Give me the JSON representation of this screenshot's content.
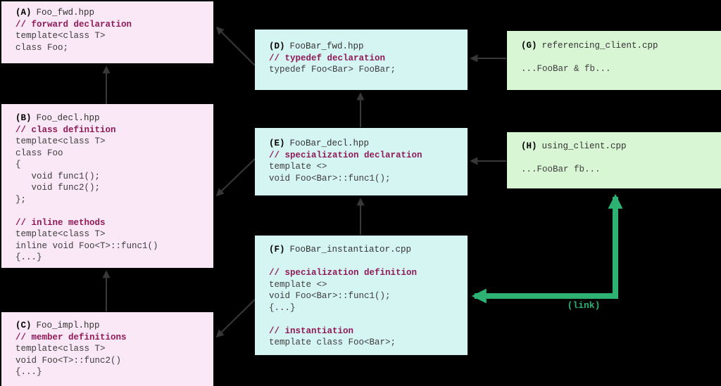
{
  "colors": {
    "background": "#000000",
    "header_box": "#fbe8f6",
    "foobar_box": "#d5f5f3",
    "client_box": "#d9f6d4",
    "comment_text": "#8e1a57",
    "code_text": "#3d3d3d",
    "include_arrow": "#383838",
    "link_arrow": "#2db273"
  },
  "boxes": {
    "a": {
      "label": "(A)",
      "file": "Foo_fwd.hpp",
      "lines": [
        {
          "kind": "comment",
          "text": "// forward declaration"
        },
        {
          "kind": "code",
          "text": "template<class T>"
        },
        {
          "kind": "code",
          "text": "class Foo;"
        }
      ]
    },
    "b": {
      "label": "(B)",
      "file": "Foo_decl.hpp",
      "lines": [
        {
          "kind": "comment",
          "text": "// class definition"
        },
        {
          "kind": "code",
          "text": "template<class T>"
        },
        {
          "kind": "code",
          "text": "class Foo"
        },
        {
          "kind": "code",
          "text": "{"
        },
        {
          "kind": "code",
          "text": "   void func1();"
        },
        {
          "kind": "code",
          "text": "   void func2();"
        },
        {
          "kind": "code",
          "text": "};"
        },
        {
          "kind": "blank",
          "text": ""
        },
        {
          "kind": "comment",
          "text": "// inline methods"
        },
        {
          "kind": "code",
          "text": "template<class T>"
        },
        {
          "kind": "code",
          "text": "inline void Foo<T>::func1()"
        },
        {
          "kind": "code",
          "text": "{...}"
        }
      ]
    },
    "c": {
      "label": "(C)",
      "file": "Foo_impl.hpp",
      "lines": [
        {
          "kind": "comment",
          "text": "// member definitions"
        },
        {
          "kind": "code",
          "text": "template<class T>"
        },
        {
          "kind": "code",
          "text": "void Foo<T>::func2()"
        },
        {
          "kind": "code",
          "text": "{...}"
        }
      ]
    },
    "d": {
      "label": "(D)",
      "file": "FooBar_fwd.hpp",
      "lines": [
        {
          "kind": "comment",
          "text": "// typedef declaration"
        },
        {
          "kind": "code",
          "text": "typedef Foo<Bar> FooBar;"
        }
      ]
    },
    "e": {
      "label": "(E)",
      "file": "FooBar_decl.hpp",
      "lines": [
        {
          "kind": "comment",
          "text": "// specialization declaration"
        },
        {
          "kind": "code",
          "text": "template <>"
        },
        {
          "kind": "code",
          "text": "void Foo<Bar>::func1();"
        }
      ]
    },
    "f": {
      "label": "(F)",
      "file": "FooBar_instantiator.cpp",
      "lines": [
        {
          "kind": "blank",
          "text": ""
        },
        {
          "kind": "comment",
          "text": "// specialization definition"
        },
        {
          "kind": "code",
          "text": "template <>"
        },
        {
          "kind": "code",
          "text": "void Foo<Bar>::func1();"
        },
        {
          "kind": "code",
          "text": "{...}"
        },
        {
          "kind": "blank",
          "text": ""
        },
        {
          "kind": "comment",
          "text": "// instantiation"
        },
        {
          "kind": "code",
          "text": "template class Foo<Bar>;"
        }
      ]
    },
    "g": {
      "label": "(G)",
      "file": "referencing_client.cpp",
      "lines": [
        {
          "kind": "blank",
          "text": ""
        },
        {
          "kind": "code",
          "text": "...FooBar & fb..."
        }
      ]
    },
    "h": {
      "label": "(H)",
      "file": "using_client.cpp",
      "lines": [
        {
          "kind": "blank",
          "text": ""
        },
        {
          "kind": "code",
          "text": "...FooBar fb..."
        }
      ]
    }
  },
  "link": {
    "label": "(link)",
    "from": "H",
    "to": "F"
  },
  "edges": [
    {
      "from": "B",
      "to": "A",
      "type": "include"
    },
    {
      "from": "C",
      "to": "B",
      "type": "include"
    },
    {
      "from": "D",
      "to": "A",
      "type": "include"
    },
    {
      "from": "E",
      "to": "B",
      "type": "include"
    },
    {
      "from": "E",
      "to": "D",
      "type": "include"
    },
    {
      "from": "F",
      "to": "C",
      "type": "include"
    },
    {
      "from": "F",
      "to": "E",
      "type": "include"
    },
    {
      "from": "G",
      "to": "D",
      "type": "include"
    },
    {
      "from": "H",
      "to": "E",
      "type": "include"
    },
    {
      "from": "H",
      "to": "F",
      "type": "link"
    }
  ]
}
